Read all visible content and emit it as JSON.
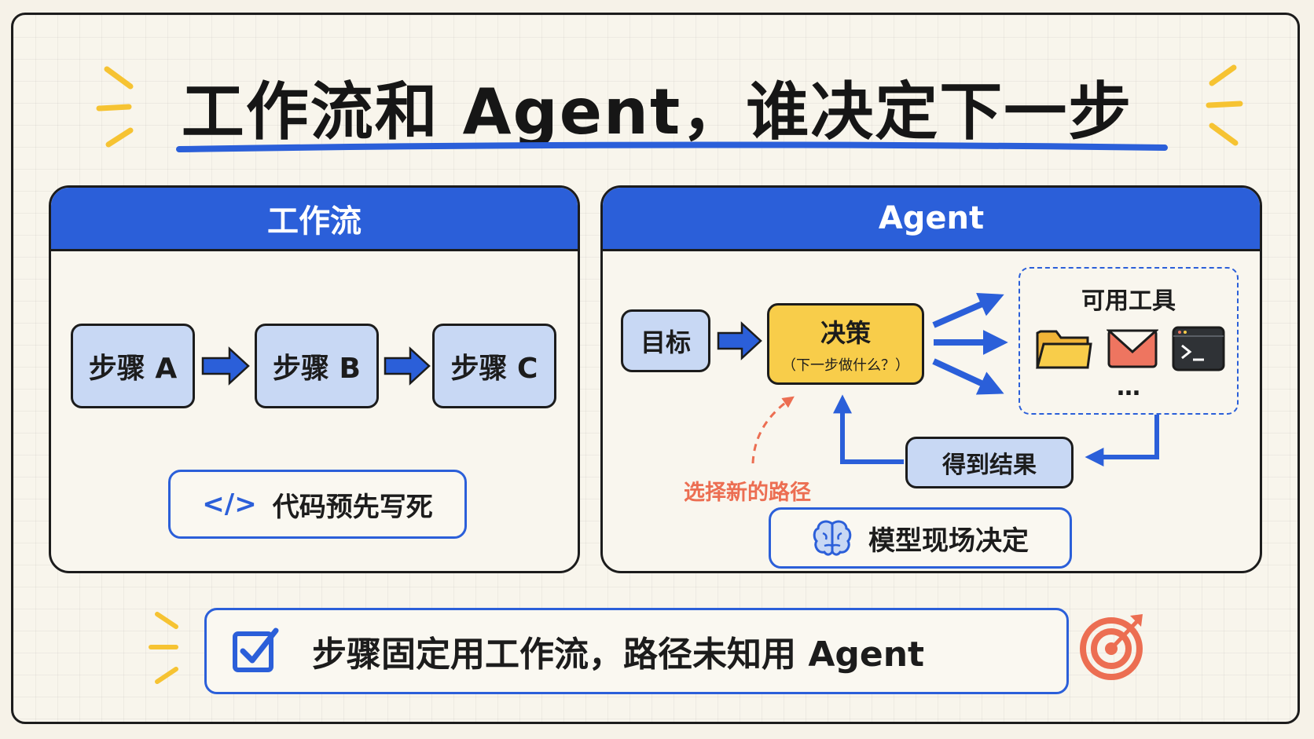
{
  "title": "工作流和 Agent，谁决定下一步",
  "workflow": {
    "header": "工作流",
    "steps": [
      "步骤 A",
      "步骤 B",
      "步骤 C"
    ],
    "code_icon": "</>",
    "note": "代码预先写死"
  },
  "agent": {
    "header": "Agent",
    "goal": "目标",
    "decision": {
      "title": "决策",
      "subtitle": "（下一步做什么？）"
    },
    "tools": {
      "title": "可用工具",
      "items": [
        "folder-icon",
        "mail-icon",
        "terminal-icon"
      ],
      "more": "…"
    },
    "result": "得到结果",
    "new_path_hint": "选择新的路径",
    "note": "模型现场决定"
  },
  "summary": {
    "text": "步骤固定用工作流，路径未知用 Agent",
    "icons": [
      "checkbox-icon",
      "target-icon"
    ]
  },
  "colors": {
    "primary_blue": "#2b5fd9",
    "step_fill": "#c8d8f4",
    "decision_fill": "#f8cd4a",
    "accent_orange": "#ec6e52",
    "spark_yellow": "#f6c332"
  }
}
